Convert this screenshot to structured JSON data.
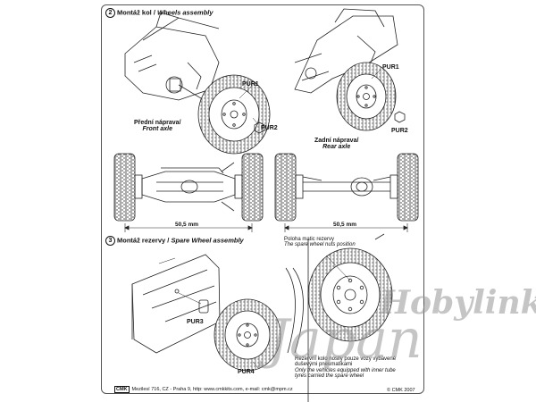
{
  "section2": {
    "number": "2",
    "title_cz": "Montáž kol / ",
    "title_en": "Wheels assembly"
  },
  "section3": {
    "number": "3",
    "title_cz": "Montáž rezervy / ",
    "title_en": "Spare Wheel assembly"
  },
  "parts": {
    "pur1_front": "PUR1",
    "pur2_front": "PUR2",
    "pur1_rear": "PUR1",
    "pur2_rear": "PUR2",
    "pur3": "PUR3",
    "pur4": "PUR4"
  },
  "front_axle": {
    "cz": "Přední náprava/",
    "en": "Front axle"
  },
  "rear_axle": {
    "cz": "Zadní náprava/",
    "en": "Rear axle"
  },
  "dimensions": {
    "front": "50,5 mm",
    "rear": "50,5 mm"
  },
  "nut_position": {
    "cz": "Poloha matic rezervy",
    "en": "The spare wheel nuts position"
  },
  "spare_note": {
    "cz": "Rezervní kolo nosily pouze vozy vybavené duševými pneumatikami",
    "en": "Only the vehicles equipped with inner tube tyres carried the spare wheel"
  },
  "footer": {
    "logo": "CMK",
    "address": "Mezilesí 716, CZ - Praha 9,  http: www.cmkkits.com, e-mail: cmk@mpm.cz",
    "copyright": "© CMK 2007"
  },
  "watermark": {
    "brand": "Hobylink",
    "country": "Japan"
  },
  "colors": {
    "line": "#222222",
    "frame": "#555555",
    "watermark": "#9a9a9a"
  }
}
